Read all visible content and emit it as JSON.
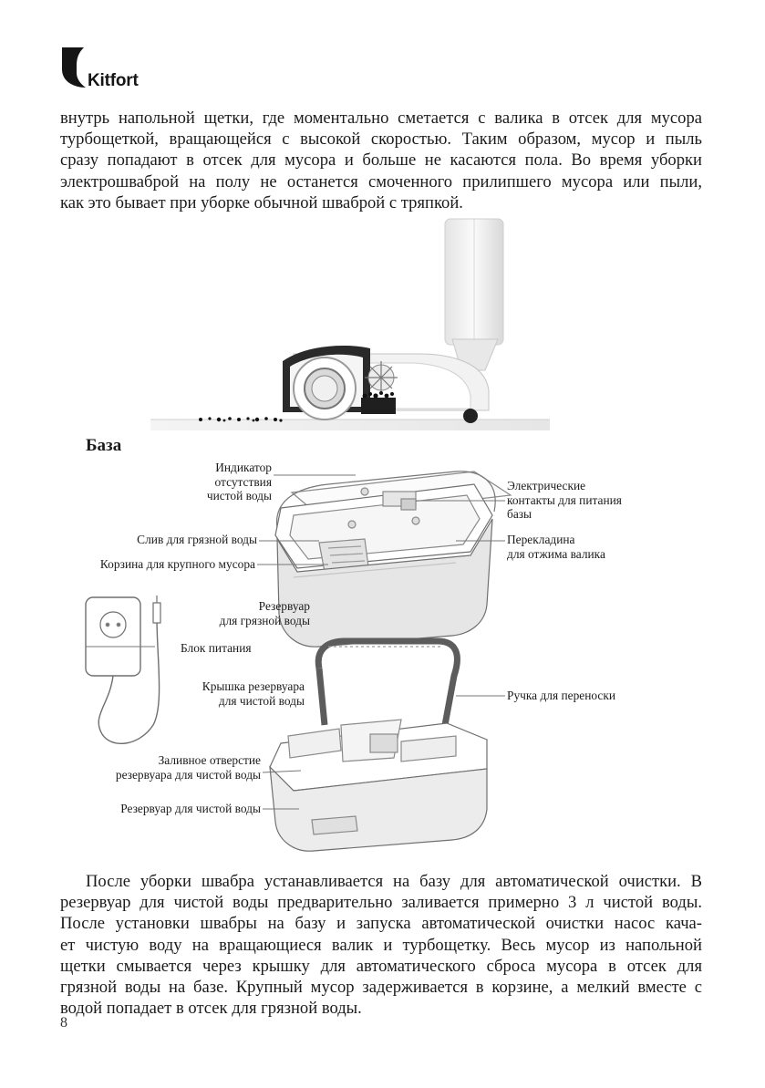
{
  "brand": {
    "logo_text": "Kitfort",
    "logo_icon": "kitfort-leaf-icon"
  },
  "intro_lines": [
    "внутрь напольной щетки, где моментально сметается с валика в отсек для мусора",
    "турбощеткой, вращающейся с высокой скоростью. Таким образом, мусор и пыль",
    "сразу попадают в отсек для мусора и больше не касаются пола. Во время уборки",
    "электрошваброй на полу не останется смоченного прилипшего мусора или пыли,",
    "как это бывает при уборке обычной шваброй с тряпкой."
  ],
  "section_title": "База",
  "callouts": {
    "indicator": [
      "Индикатор",
      "отсутствия",
      "чистой воды"
    ],
    "contacts": [
      "Электрические",
      "контакты для питания",
      "базы"
    ],
    "drain": "Слив для грязной воды",
    "crossbar": [
      "Перекладина",
      "для отжима валика"
    ],
    "basket": "Корзина для крупного мусора",
    "dirty_tank": [
      "Резервуар",
      "для грязной воды"
    ],
    "power_unit": "Блок питания",
    "clean_lid": [
      "Крышка резервуара",
      "для чистой воды"
    ],
    "handle": "Ручка для переноски",
    "fill_hole": [
      "Заливное отверстие",
      "резервуара для чистой воды"
    ],
    "clean_tank": "Резервуар для чистой воды"
  },
  "outro_lines": [
    "После уборки швабра устанавливается на базу для автоматической очистки. В",
    "резервуар для чистой воды предварительно заливается примерно 3 л чистой воды.",
    "После установки швабры на базу и запуска автоматической очистки насос кача-",
    "ет чистую воду на вращающиеся валик и турбощетку. Весь мусор из напольной",
    "щетки смывается через крышку для автоматического сброса мусора в отсек для",
    "грязной воды на базе. Крупный мусор задерживается в корзине, а мелкий вместе с",
    "водой попадает в отсек для грязной воды."
  ],
  "page_number": "8"
}
